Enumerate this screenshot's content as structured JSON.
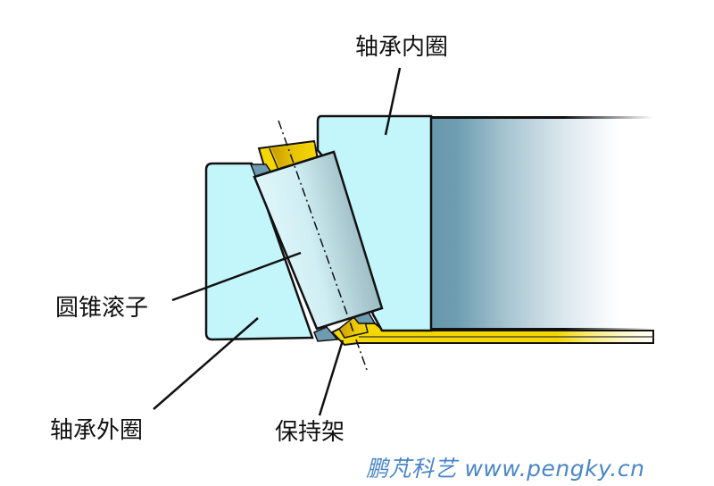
{
  "diagram": {
    "type": "tapered-roller-bearing-cross-section",
    "labels": {
      "inner_ring": "轴承内圈",
      "tapered_roller": "圆锥滚子",
      "outer_ring": "轴承外圈",
      "cage": "保持架"
    },
    "components": [
      {
        "id": "outer-ring",
        "label": "轴承外圈",
        "color": "#c2f6fb"
      },
      {
        "id": "inner-ring",
        "label": "轴承内圈",
        "color": "#c2f6fb"
      },
      {
        "id": "tapered-roller",
        "label": "圆锥滚子",
        "color": "#d8eef2"
      },
      {
        "id": "cage",
        "label": "保持架",
        "color": "#f2d400"
      },
      {
        "id": "shaft",
        "label": "",
        "color": "#6a9db0"
      }
    ],
    "axis_line": "center-line-dash-dot"
  },
  "watermark": {
    "text": "鹏芃科艺 www.pengky.cn",
    "color": "#4a86c8"
  },
  "colors": {
    "ring_fill": "#c2f6fb",
    "outline": "#111111",
    "cage_yellow": "#f5d800",
    "cage_dark": "#c9a000",
    "gap_blue": "#6e9bb0",
    "shaft_blue": "#6a9db0"
  }
}
